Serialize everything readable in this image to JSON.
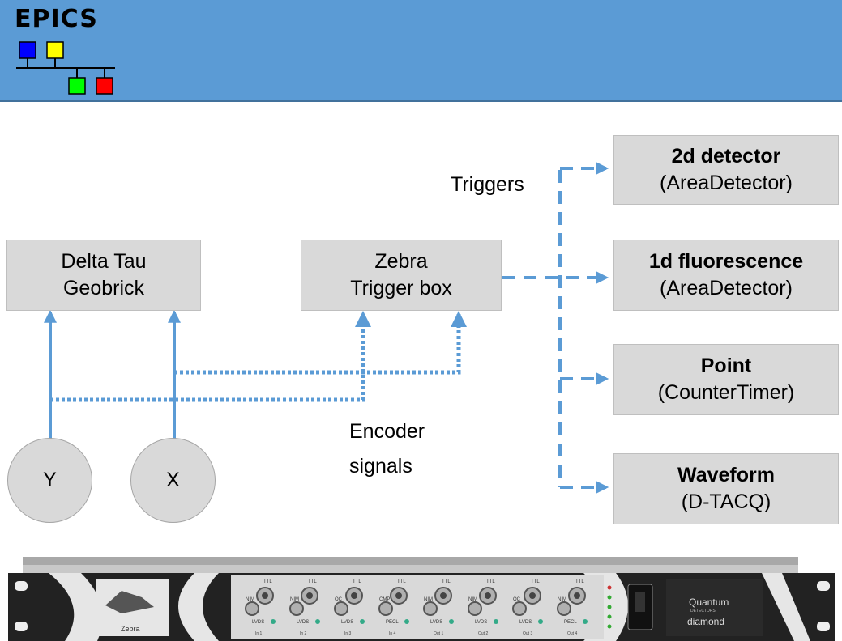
{
  "logo": {
    "text": "EPICS"
  },
  "nodes": {
    "delta": {
      "line1": "Delta Tau",
      "line2": "Geobrick"
    },
    "zebra": {
      "line1": "Zebra",
      "line2": "Trigger box"
    },
    "y": {
      "label": "Y"
    },
    "x": {
      "label": "X"
    },
    "det2d": {
      "title": "2d detector",
      "sub": "(AreaDetector)"
    },
    "fluor": {
      "title": "1d fluorescence",
      "sub": "(AreaDetector)"
    },
    "point": {
      "title": "Point",
      "sub": "(CounterTimer)"
    },
    "wave": {
      "title": "Waveform",
      "sub": "(D-TACQ)"
    }
  },
  "labels": {
    "triggers": "Triggers",
    "encoder1": "Encoder",
    "encoder2": "signals"
  },
  "panel": {
    "brand": "Zebra",
    "connectors_top": [
      "TTL",
      "TTL",
      "TTL",
      "TTL",
      "TTL",
      "TTL",
      "TTL",
      "TTL"
    ],
    "connectors_mid": [
      "NIM",
      "NIM",
      "OC",
      "CMP",
      "NIM",
      "NIM",
      "OC",
      "NIM"
    ],
    "connectors_low": [
      "LVDS",
      "LVDS",
      "LVDS",
      "PECL",
      "LVDS",
      "LVDS",
      "LVDS",
      "PECL"
    ],
    "ports": [
      "In 1",
      "In 2",
      "In 3",
      "In 4",
      "Out 1",
      "Out 2",
      "Out 3",
      "Out 4"
    ],
    "company1": "Quantum",
    "company1_sub": "DETECTORS",
    "company2": "diamond"
  },
  "colors": {
    "header": "#5b9bd5",
    "arrow": "#5b9bd5",
    "box": "#d9d9d9"
  }
}
